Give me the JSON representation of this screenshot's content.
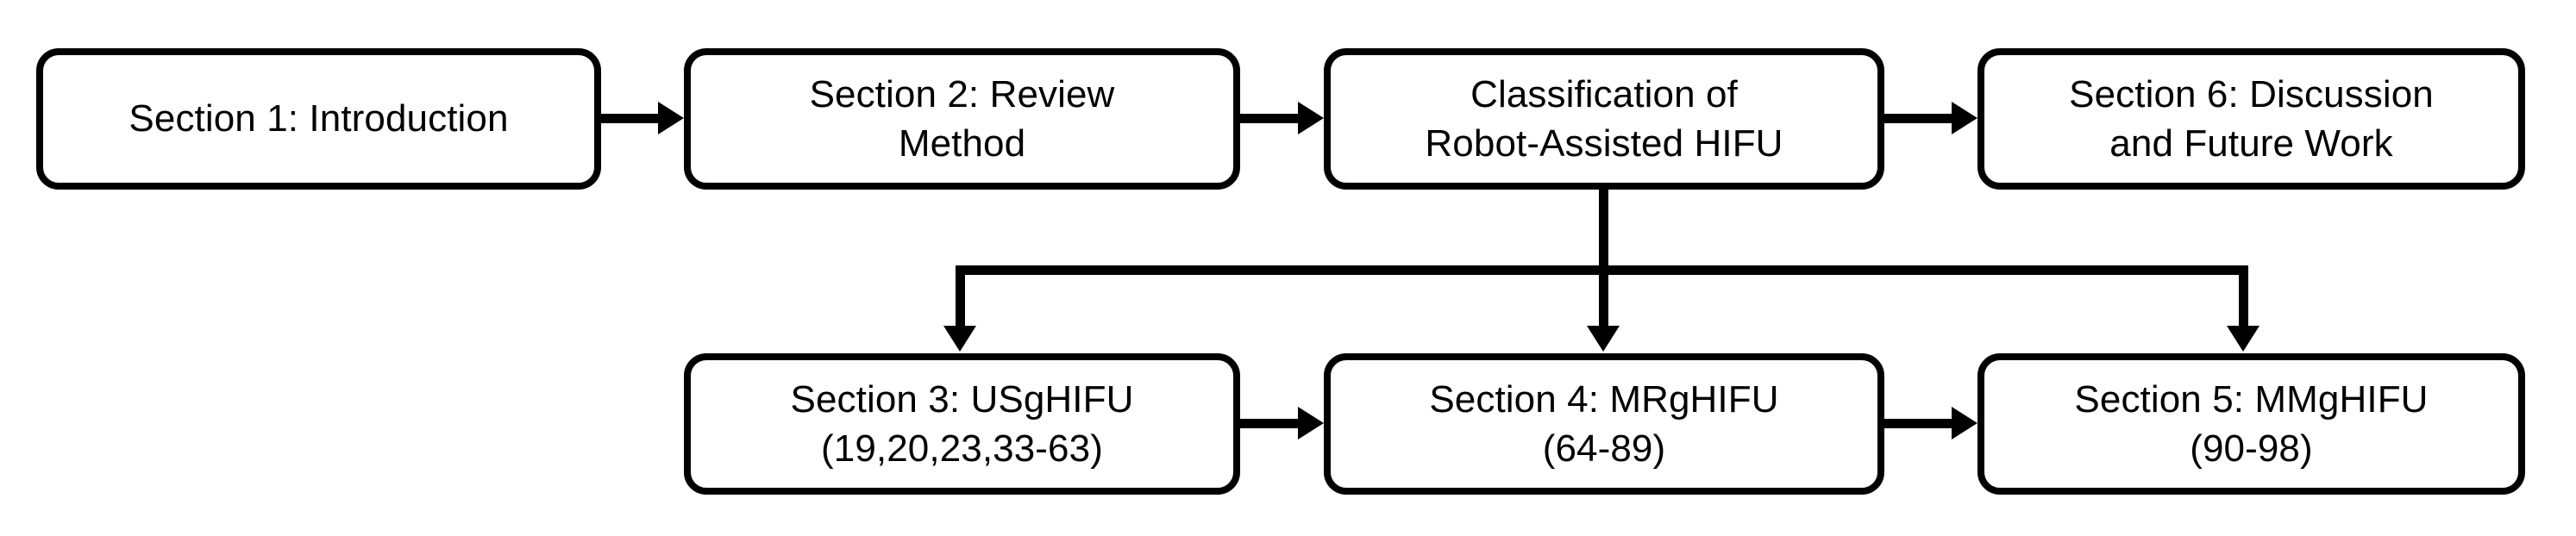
{
  "diagram": {
    "title": "Paper organization flowchart of a review on Robot-Assisted HIFU",
    "type": "flowchart",
    "orientation": "left-to-right with one downward branch",
    "colors": {
      "stroke": "#000000",
      "fill": "#ffffff",
      "text": "#000000"
    },
    "nodes": [
      {
        "id": "section-1",
        "label": "Section 1: Introduction",
        "row": "top",
        "order": 1
      },
      {
        "id": "section-2",
        "label": "Section 2: Review\nMethod",
        "row": "top",
        "order": 2
      },
      {
        "id": "classification",
        "label": "Classification of\nRobot-Assisted HIFU",
        "row": "top",
        "order": 3
      },
      {
        "id": "section-6",
        "label": "Section 6: Discussion\nand Future Work",
        "row": "top",
        "order": 4
      },
      {
        "id": "section-3",
        "label": "Section 3: USgHIFU\n(19,20,23,33-63)",
        "row": "bottom",
        "order": 1
      },
      {
        "id": "section-4",
        "label": "Section 4: MRgHIFU\n(64-89)",
        "row": "bottom",
        "order": 2
      },
      {
        "id": "section-5",
        "label": "Section 5: MMgHIFU\n(90-98)",
        "row": "bottom",
        "order": 3
      }
    ],
    "edges": [
      {
        "id": "e1",
        "from": "section-1",
        "to": "section-2",
        "style": "arrow-right"
      },
      {
        "id": "e2",
        "from": "section-2",
        "to": "classification",
        "style": "arrow-right"
      },
      {
        "id": "e3",
        "from": "classification",
        "to": "section-6",
        "style": "arrow-right"
      },
      {
        "id": "e4",
        "from": "classification",
        "to": "section-3",
        "style": "branch-down"
      },
      {
        "id": "e5",
        "from": "classification",
        "to": "section-4",
        "style": "branch-down"
      },
      {
        "id": "e6",
        "from": "classification",
        "to": "section-5",
        "style": "branch-down"
      },
      {
        "id": "e7",
        "from": "section-3",
        "to": "section-4",
        "style": "arrow-right"
      },
      {
        "id": "e8",
        "from": "section-4",
        "to": "section-5",
        "style": "arrow-right"
      }
    ]
  }
}
